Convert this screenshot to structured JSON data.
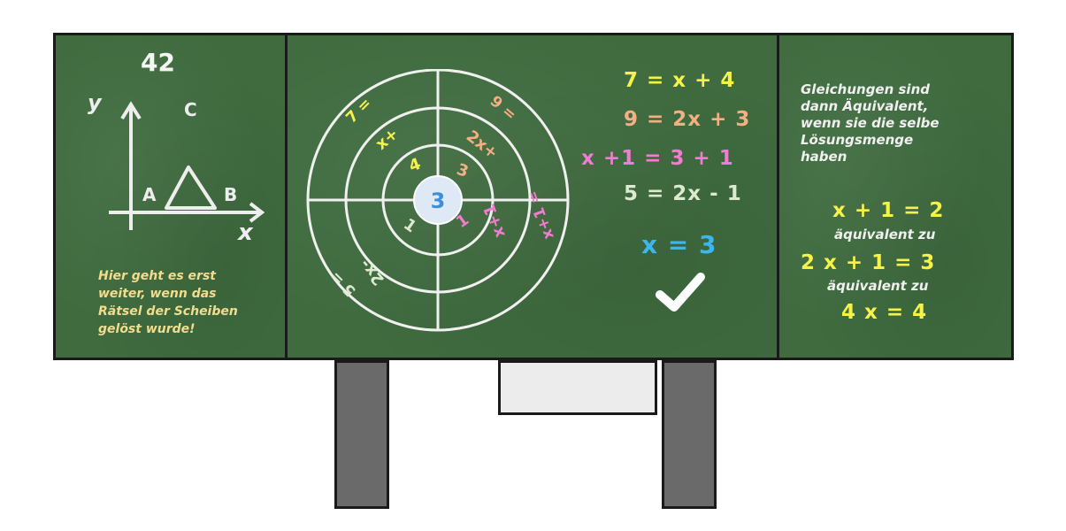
{
  "left_panel": {
    "score": "42",
    "axis_y_label": "y",
    "axis_x_label": "x",
    "vertex_a": "A",
    "vertex_b": "B",
    "vertex_c": "C",
    "hint_lines": [
      "Hier geht es erst",
      "weiter, wenn das",
      "Rätsel der Scheiben",
      "gelöst wurde!"
    ]
  },
  "disc": {
    "center": "3",
    "inner": [
      "4",
      "3",
      "1",
      "1"
    ],
    "middle": [
      "x+",
      "2x+",
      "x+1",
      "2x-"
    ],
    "outer": [
      "7 =",
      "9 =",
      "x+1 =",
      "5 ="
    ]
  },
  "equations": [
    {
      "text": "7 = x + 4",
      "color": "#f7f24a"
    },
    {
      "text": "9 = 2x + 3",
      "color": "#f4b083"
    },
    {
      "text": "x +1 = 3 + 1",
      "color": "#f47ad2"
    },
    {
      "text": "5 = 2x - 1",
      "color": "#dcead0"
    }
  ],
  "solution": {
    "text": "x = 3",
    "color": "#3db6ee"
  },
  "check_icon": "checkmark-icon",
  "right_panel": {
    "note_lines": [
      "Gleichungen sind",
      "dann Äquivalent,",
      "wenn sie die selbe",
      "Lösungsmenge",
      "haben"
    ],
    "eq1": "x + 1 = 2",
    "equiv1": "äquivalent zu",
    "eq2": "2 x + 1 = 3",
    "equiv2": "äquivalent zu",
    "eq3": "4 x  =  4"
  },
  "colors": {
    "board": "#3f6b3f",
    "chalk": "#f0f0f0",
    "yellow": "#f7f24a",
    "blue": "#3db6ee"
  }
}
